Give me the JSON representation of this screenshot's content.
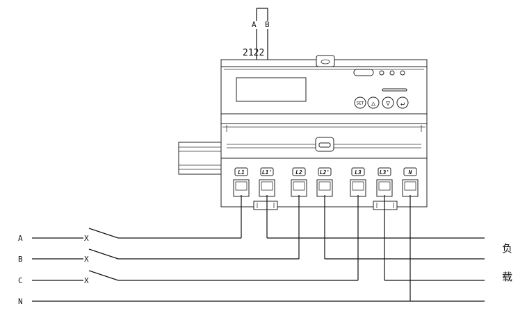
{
  "comm": {
    "terminal_a": "A",
    "terminal_b": "B",
    "terminal_numbers": "2122"
  },
  "meter": {
    "buttons": [
      "SET",
      "△",
      "▽",
      "↵"
    ],
    "terminals": [
      "L1",
      "L1'",
      "L2",
      "L2'",
      "L3",
      "L3'",
      "N"
    ]
  },
  "lines": {
    "phase_a": "A",
    "phase_b": "B",
    "phase_c": "C",
    "neutral": "N",
    "switch_mark": "X"
  },
  "load": {
    "char1": "负",
    "char2": "载"
  }
}
